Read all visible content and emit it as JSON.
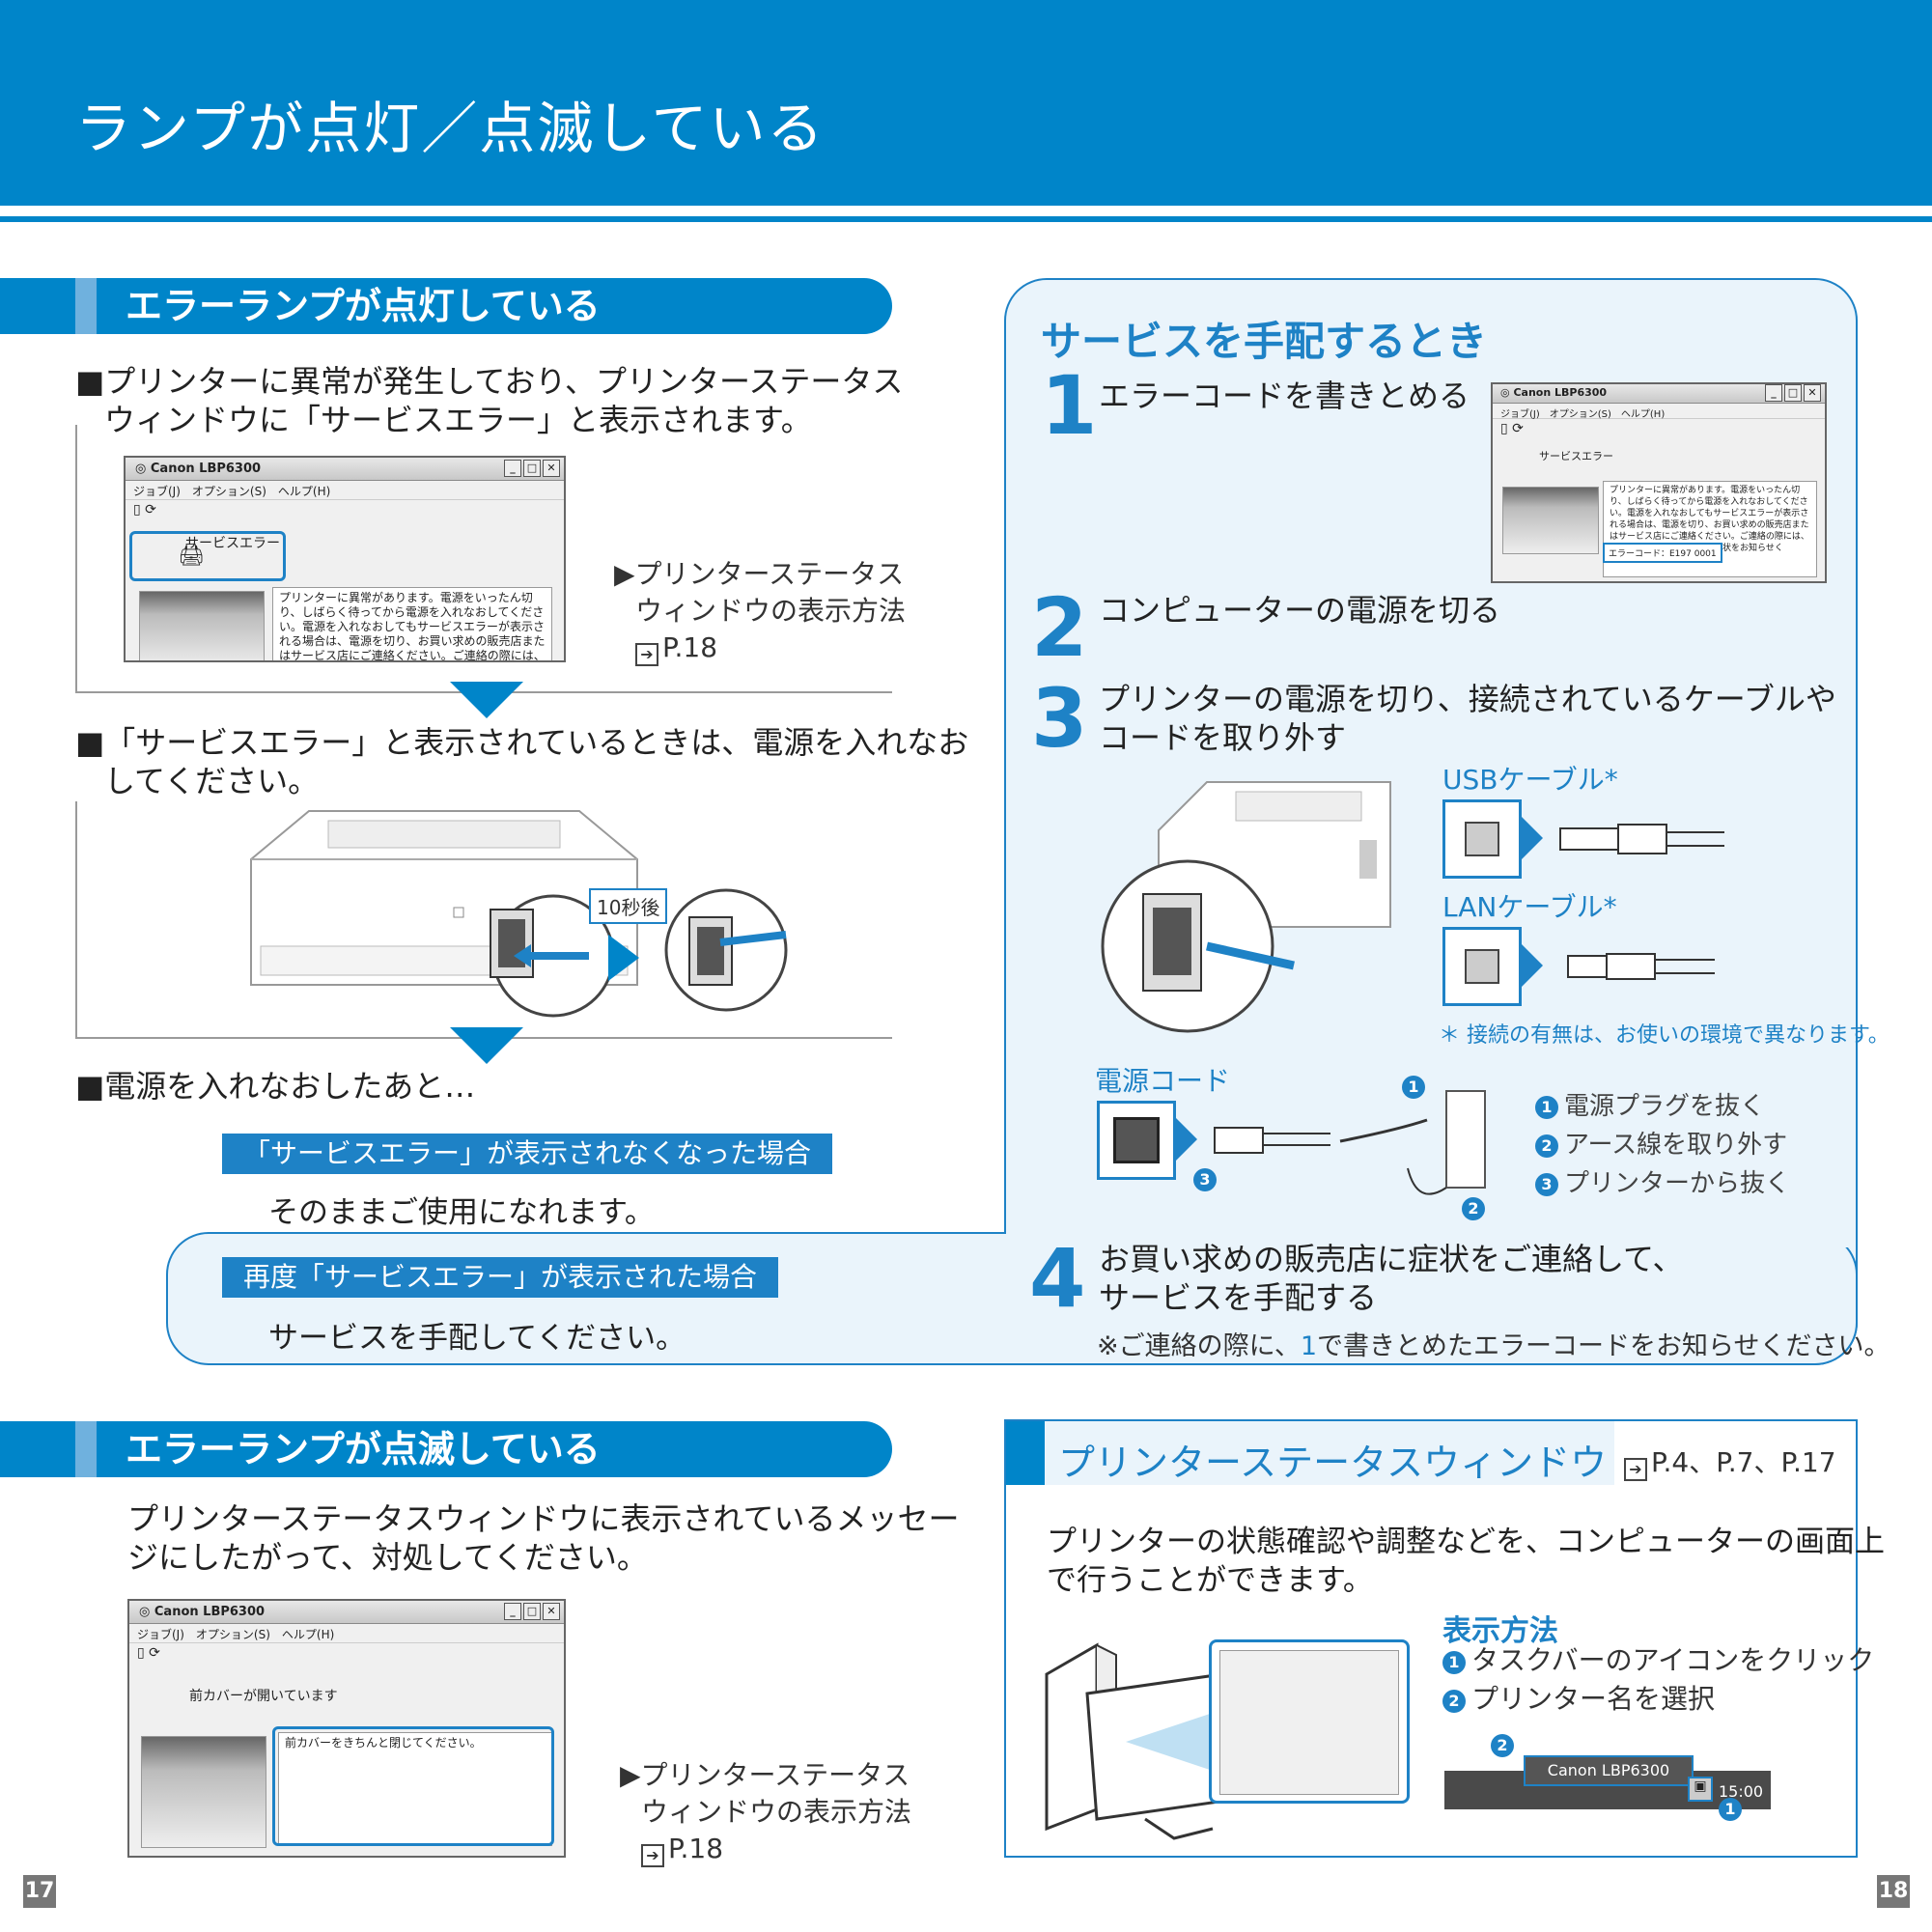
{
  "page": {
    "title": "ランプが点灯／点滅している",
    "page_left": "17",
    "page_right": "18"
  },
  "lit": {
    "heading": "エラーランプが点灯している",
    "bullet1_line1": "■プリンターに異常が発生しており、プリンターステータス",
    "bullet1_line2": "ウィンドウに「サービスエラー」と表示されます。",
    "window": {
      "title": "Canon LBP6300",
      "menu": "ジョブ(J)　オプション(S)　ヘルプ(H)",
      "status": "サービスエラー",
      "message": "プリンターに異常があります。電源をいったん切り、しばらく待ってから電源を入れなおしてください。電源を入れなおしてもサービスエラーが表示される場合は、電源を切り、お買い求めの販売店またはサービス店にご連絡ください。ご連絡の際には、表示されたエラーコードと症状をお知らせく"
    },
    "ref_line1": "▶プリンターステータス",
    "ref_line2": "ウィンドウの表示方法",
    "ref_page": "P.18",
    "bullet2_line1": "■「サービスエラー」と表示されているときは、電源を入れなお",
    "bullet2_line2": "してください。",
    "wait_label": "10秒後",
    "bullet3": "■電源を入れなおしたあと…",
    "case1_label": "「サービスエラー」が表示されなくなった場合",
    "case1_text": "そのままご使用になれます。",
    "case2_label": "再度「サービスエラー」が表示された場合",
    "case2_text": "サービスを手配してください。"
  },
  "service": {
    "heading": "サービスを手配するとき",
    "steps": [
      {
        "num": "1",
        "text": "エラーコードを書きとめる"
      },
      {
        "num": "2",
        "text": "コンピューターの電源を切る"
      },
      {
        "num": "3",
        "line1": "プリンターの電源を切り、接続されているケーブルや",
        "line2": "コードを取り外す"
      },
      {
        "num": "4",
        "line1": "お買い求めの販売店に症状をご連絡して、",
        "line2": "サービスを手配する"
      }
    ],
    "window": {
      "title": "Canon LBP6300",
      "menu": "ジョブ(J)　オプション(S)　ヘルプ(H)",
      "status": "サービスエラー",
      "message": "プリンターに異常があります。電源をいったん切り、しばらく待ってから電源を入れなおしてください。電源を入れなおしてもサービスエラーが表示される場合は、電源を切り、お買い求めの販売店またはサービス店にご連絡ください。ご連絡の際には、表示されたエラーコードと症状をお知らせく",
      "error_code": "エラーコード：E197 0001"
    },
    "usb_label": "USBケーブル*",
    "lan_label": "LANケーブル*",
    "footnote": "＊ 接続の有無は、お使いの環境で異なります。",
    "power_label": "電源コード",
    "unplug": [
      "電源プラグを抜く",
      "アース線を取り外す",
      "プリンターから抜く"
    ],
    "note_pre": "※ご連絡の際に、",
    "note_num": "1",
    "note_post": "で書きとめたエラーコードをお知らせください。"
  },
  "blink": {
    "heading": "エラーランプが点滅している",
    "text_line1": "プリンターステータスウィンドウに表示されているメッセー",
    "text_line2": "ジにしたがって、対処してください。",
    "window": {
      "title": "Canon LBP6300",
      "menu": "ジョブ(J)　オプション(S)　ヘルプ(H)",
      "status": "前カバーが開いています",
      "message": "前カバーをきちんと閉じてください。"
    },
    "ref_line1": "▶プリンターステータス",
    "ref_line2": "ウィンドウの表示方法",
    "ref_page": "P.18"
  },
  "status_window": {
    "heading": "プリンターステータスウィンドウ",
    "refs": "P.4、P.7、P.17",
    "text_line1": "プリンターの状態確認や調整などを、コンピューターの画面上",
    "text_line2": "で行うことができます。",
    "how_title": "表示方法",
    "how_steps": [
      "タスクバーのアイコンをクリック",
      "プリンター名を選択"
    ],
    "printer_name": "Canon LBP6300",
    "clock": "15:00"
  },
  "icons": {
    "arrow_down": "down-triangle",
    "arrow_right": "right-triangle",
    "ref": "arrow-box-icon"
  }
}
